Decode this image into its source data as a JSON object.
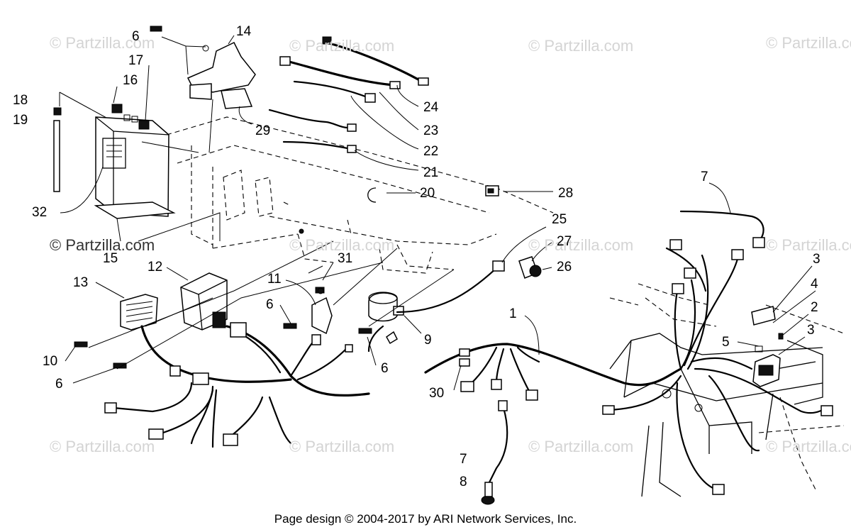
{
  "watermark": "© Partzilla.com",
  "footer": "Page design © 2004-2017 by ARI Network Services, Inc.",
  "callouts": {
    "c14": "14",
    "c6a": "6",
    "c17": "17",
    "c16": "16",
    "c18": "18",
    "c19": "19",
    "c32": "32",
    "c15": "15",
    "c29": "29",
    "c24": "24",
    "c23": "23",
    "c22": "22",
    "c21": "21",
    "c20": "20",
    "c28": "28",
    "c25": "25",
    "c27": "27",
    "c26": "26",
    "c7a": "7",
    "c3a": "3",
    "c4": "4",
    "c2": "2",
    "c3b": "3",
    "c5": "5",
    "c1": "1",
    "c12": "12",
    "c13": "13",
    "c11": "11",
    "c31": "31",
    "c6b": "6",
    "c9": "9",
    "c10": "10",
    "c6c": "6",
    "c6d": "6",
    "c30": "30",
    "c7b": "7",
    "c8": "8"
  }
}
